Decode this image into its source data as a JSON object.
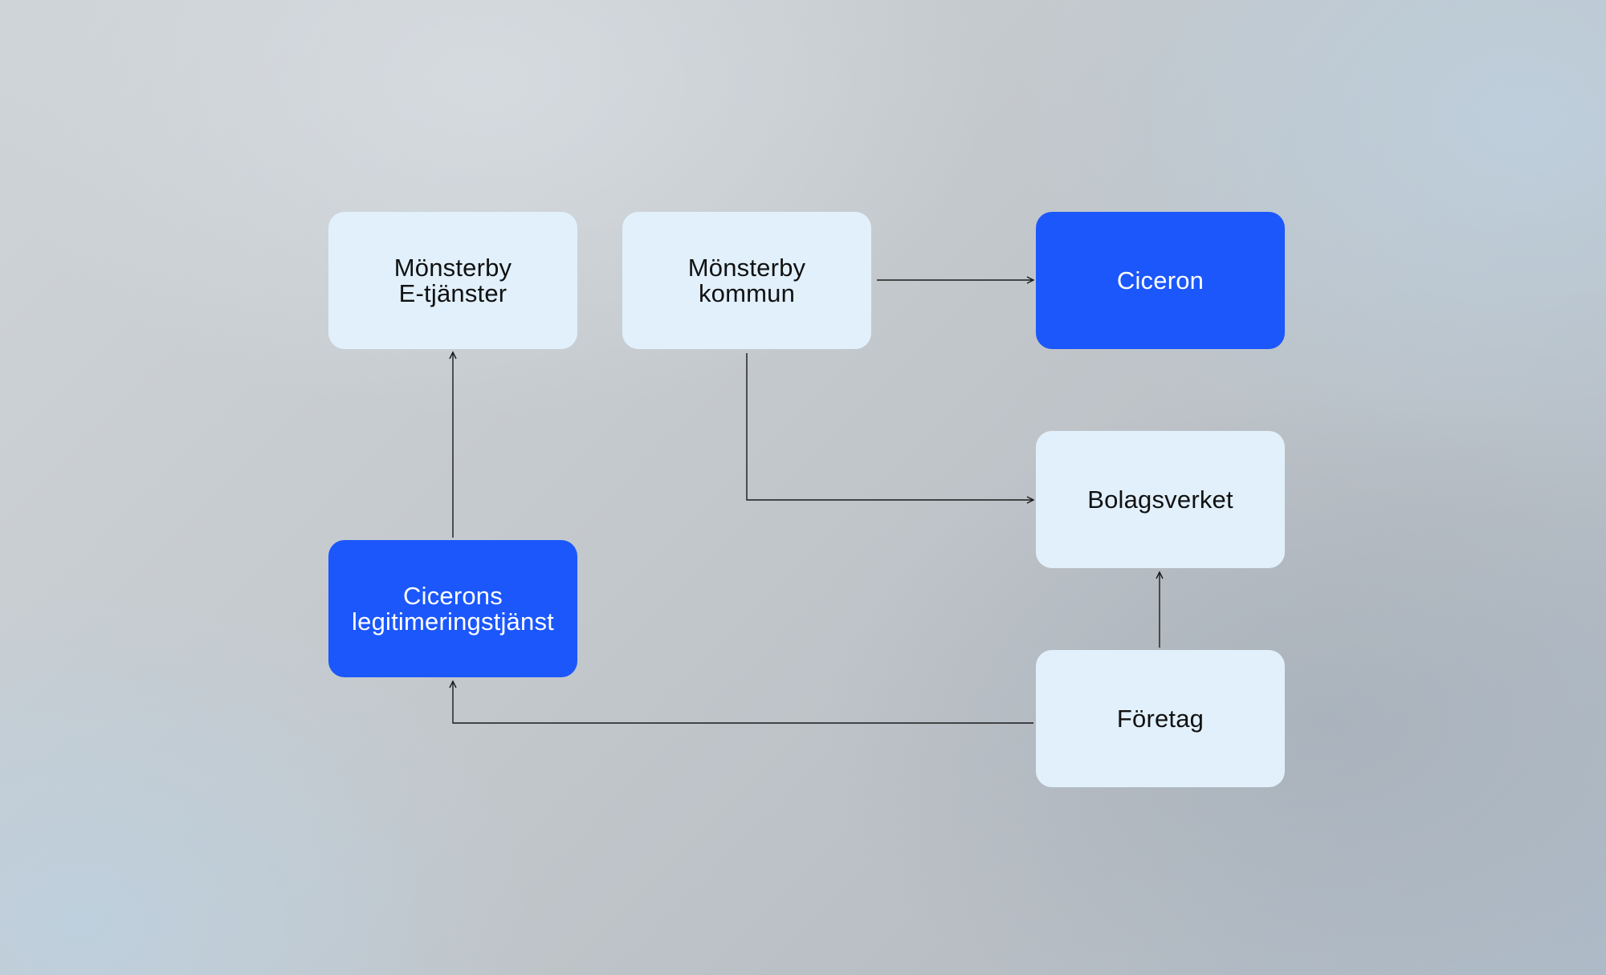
{
  "diagram": {
    "nodes": [
      {
        "id": "etjanster",
        "label": "Mönsterby\nE-tjänster",
        "style": "light"
      },
      {
        "id": "kommun",
        "label": "Mönsterby\nkommun",
        "style": "light"
      },
      {
        "id": "ciceron",
        "label": "Ciceron",
        "style": "blue"
      },
      {
        "id": "bolagsverket",
        "label": "Bolagsverket",
        "style": "light"
      },
      {
        "id": "legitimering",
        "label": "Cicerons\nlegitimeringstjänst",
        "style": "blue"
      },
      {
        "id": "foretag",
        "label": "Företag",
        "style": "light"
      }
    ],
    "edges": [
      {
        "from": "kommun",
        "to": "ciceron"
      },
      {
        "from": "kommun",
        "to": "bolagsverket"
      },
      {
        "from": "legitimering",
        "to": "etjanster"
      },
      {
        "from": "foretag",
        "to": "bolagsverket"
      },
      {
        "from": "foretag",
        "to": "legitimering"
      }
    ],
    "colors": {
      "light_node": "#e1f0fb",
      "blue_node": "#1b57fb",
      "edge": "#1a1a1a"
    }
  }
}
